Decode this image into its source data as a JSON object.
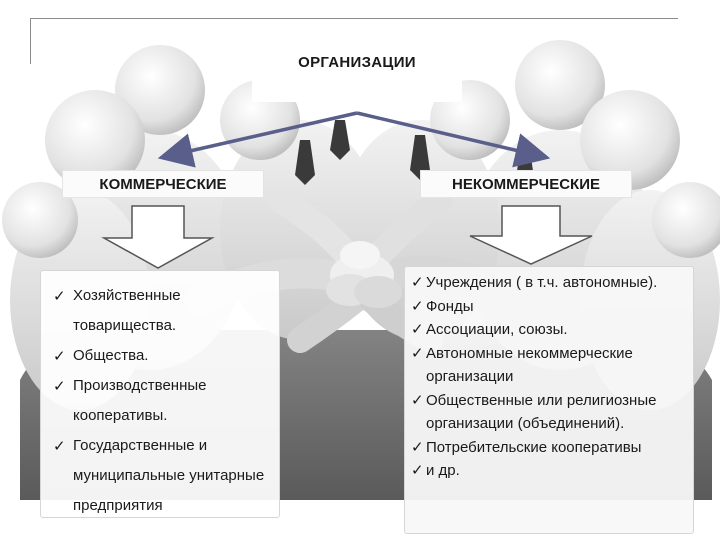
{
  "title": "ОРГАНИЗАЦИИ",
  "categories": {
    "left": "КОММЕРЧЕСКИЕ",
    "right": "НЕКОММЕРЧЕСКИЕ"
  },
  "check_mark": "✓",
  "left_items": [
    "Хозяйственные товарищества.",
    "Общества.",
    "Производственные кооперативы.",
    "Государственные и муниципальные унитарные предприятия"
  ],
  "right_items": [
    "Учреждения ( в т.ч. автономные).",
    "Фонды",
    "Ассоциации, союзы.",
    "Автономные некоммерческие организации",
    "Общественные или религиозные организации (объединений).",
    "Потребительские кооперативы",
    "и др."
  ],
  "colors": {
    "connector_arrow": "#5a5e8a",
    "block_arrow_outline": "#555555",
    "background_figures": "#e6e6e6",
    "background_ties": "#3a3a3a"
  },
  "icons": {
    "background": "crowd-of-3d-people-hands-together-image",
    "list_bullet": "check-icon"
  }
}
